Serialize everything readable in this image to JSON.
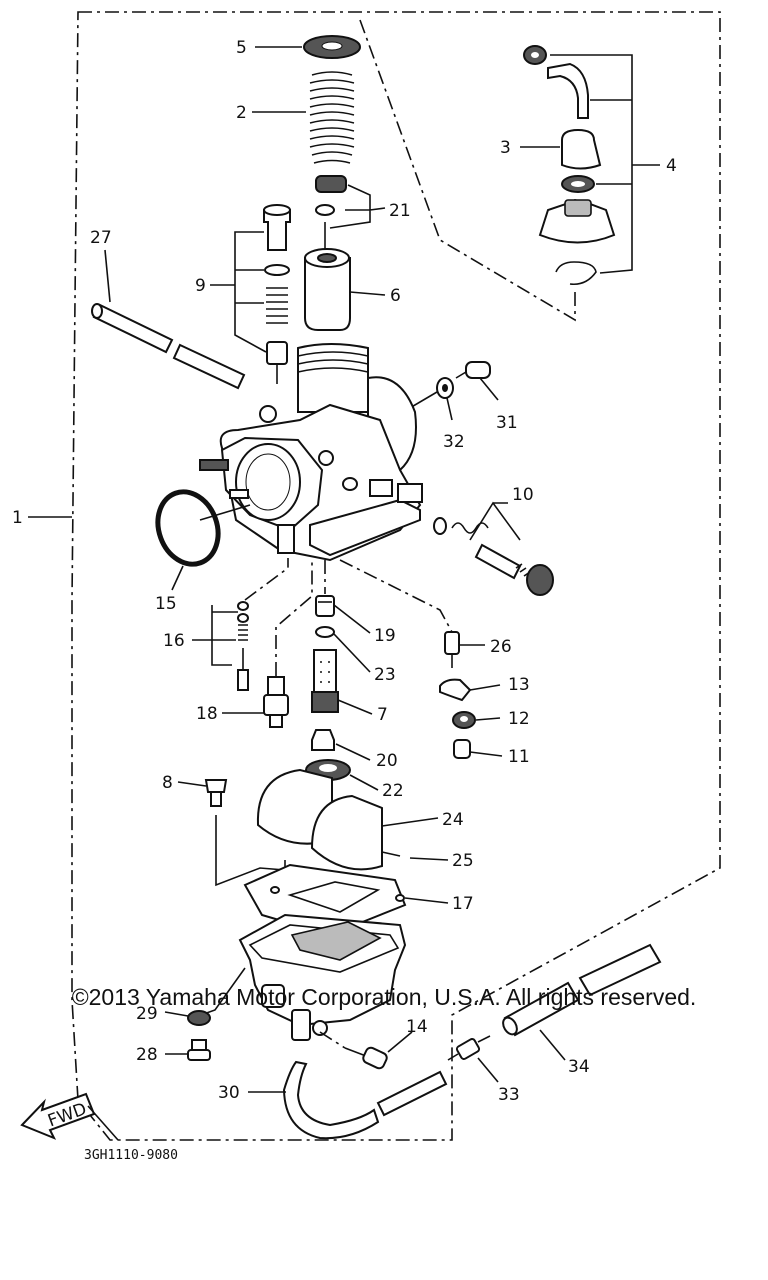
{
  "diagram": {
    "drawing_code": "3GH1110-9080",
    "fwd_label": "FWD",
    "callouts": {
      "c1": "1",
      "c2": "2",
      "c3": "3",
      "c4": "4",
      "c5": "5",
      "c6": "6",
      "c7": "7",
      "c8": "8",
      "c9": "9",
      "c10": "10",
      "c11": "11",
      "c12": "12",
      "c13": "13",
      "c14": "14",
      "c15": "15",
      "c16": "16",
      "c17": "17",
      "c18": "18",
      "c19": "19",
      "c20": "20",
      "c21": "21",
      "c22": "22",
      "c23": "23",
      "c24": "24",
      "c25": "25",
      "c26": "26",
      "c27": "27",
      "c28": "28",
      "c29": "29",
      "c30": "30",
      "c31": "31",
      "c32": "32",
      "c33": "33",
      "c34": "34"
    }
  },
  "copyright": "©2013 Yamaha Motor Corporation, U.S.A. All rights reserved."
}
